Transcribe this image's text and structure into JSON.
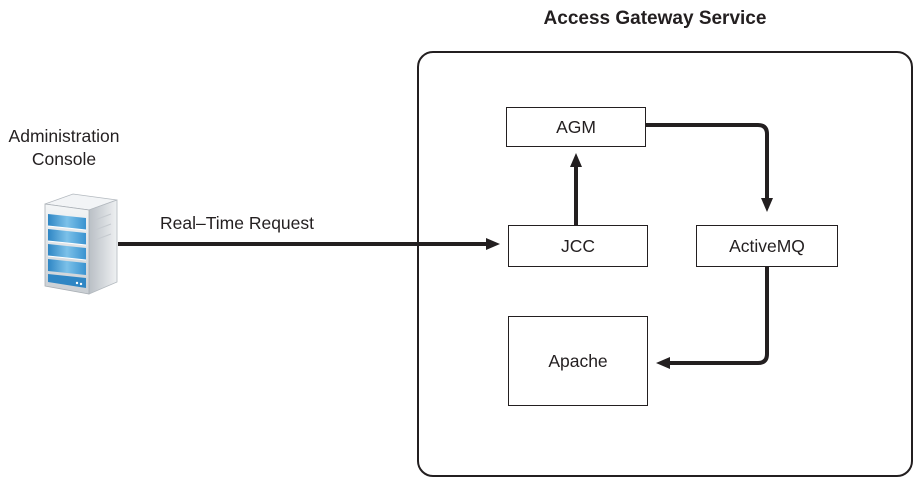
{
  "service": {
    "title": "Access Gateway Service"
  },
  "console": {
    "label_line1": "Administration",
    "label_line2": "Console",
    "icon": "server-icon"
  },
  "connection": {
    "request_label": "Real–Time Request"
  },
  "components": {
    "agm": "AGM",
    "jcc": "JCC",
    "activemq": "ActiveMQ",
    "apache": "Apache"
  },
  "colors": {
    "line": "#231f20",
    "server_body": "#d9dde1",
    "server_blue": "#3e97d1",
    "server_light_blue": "#8cc8ea"
  }
}
